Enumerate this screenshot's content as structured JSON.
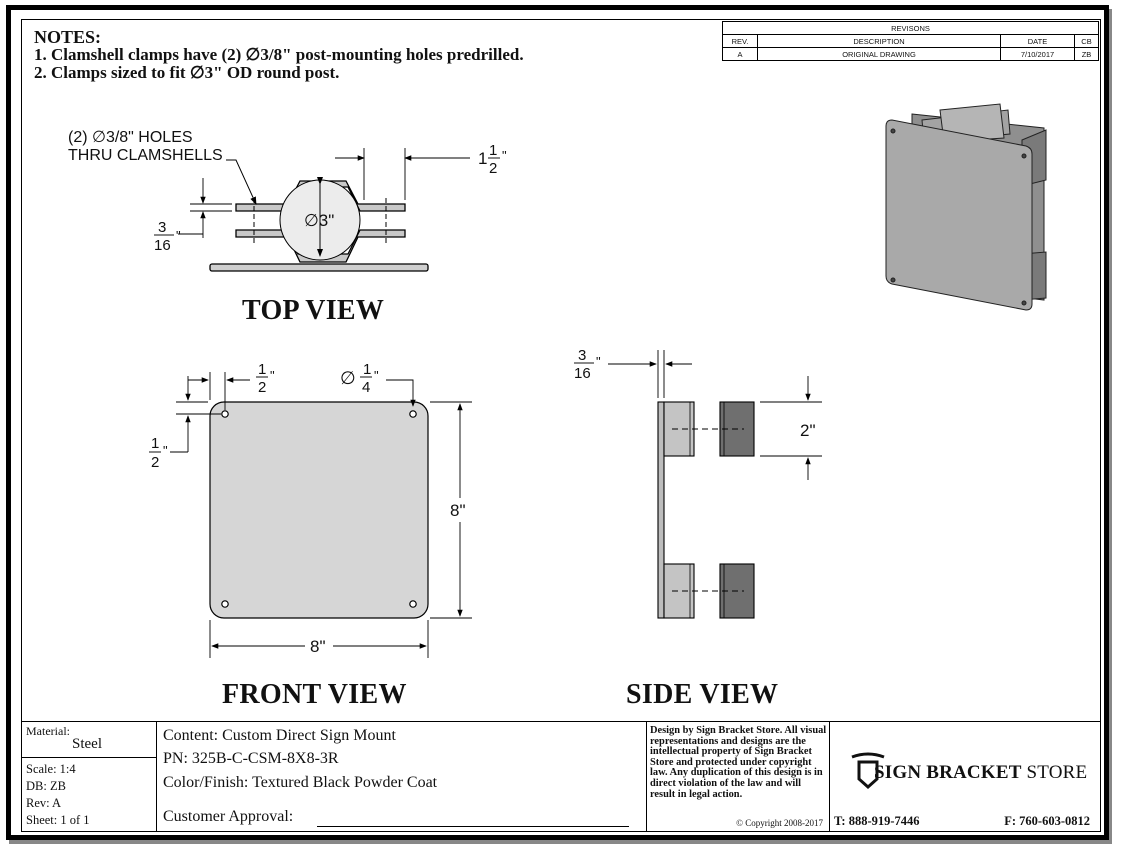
{
  "notes": {
    "heading": "NOTES:",
    "line1": "1.  Clamshell clamps have (2) ∅3/8\" post-mounting holes predrilled.",
    "line2": "2.  Clamps sized to fit ∅3\" OD round post."
  },
  "revisions": {
    "title": "REVISONS",
    "headers": [
      "REV.",
      "DESCRIPTION",
      "DATE",
      "CB"
    ],
    "rows": [
      [
        "A",
        "ORIGINAL DRAWING",
        "7/10/2017",
        "ZB"
      ]
    ]
  },
  "views": {
    "top": "TOP VIEW",
    "front": "FRONT VIEW",
    "side": "SIDE VIEW"
  },
  "dims": {
    "holes_note_1": "(2) ∅3/8\" HOLES",
    "holes_note_2": "THRU CLAMSHELLS",
    "diameter_3": "∅3\"",
    "one_half_whole": "1",
    "frac_num_1": "1",
    "frac_den_2": "2",
    "frac_num_3": "3",
    "frac_den_16": "16",
    "frac_num_1b": "1",
    "frac_den_4": "4",
    "inch": "\"",
    "phi": "∅",
    "eight_in": "8\"",
    "eight_in_h": "8\"",
    "two_in": "2\""
  },
  "title_block": {
    "material_label": "Material:",
    "material_value": "Steel",
    "scale": "Scale: 1:4",
    "db": "DB: ZB",
    "rev": "Rev: A",
    "sheet": "Sheet: 1 of 1",
    "content": "Content: Custom Direct Sign Mount",
    "pn": "PN: 325B-C-CSM-8X8-3R",
    "finish": "Color/Finish: Textured Black Powder Coat",
    "approval": "Customer Approval:",
    "legal": "Design by Sign Bracket Store. All visual representations and designs are the intellectual property of Sign Bracket Store and protected under copyright law. Any duplication of this design is in direct violation of the law and will result in legal action.",
    "copyright": "© Copyright 2008-2017",
    "brand_bold": "SIGN BRACKET",
    "brand_light": " STORE",
    "phone": "T: 888-919-7446",
    "fax": "F: 760-603-0812"
  }
}
